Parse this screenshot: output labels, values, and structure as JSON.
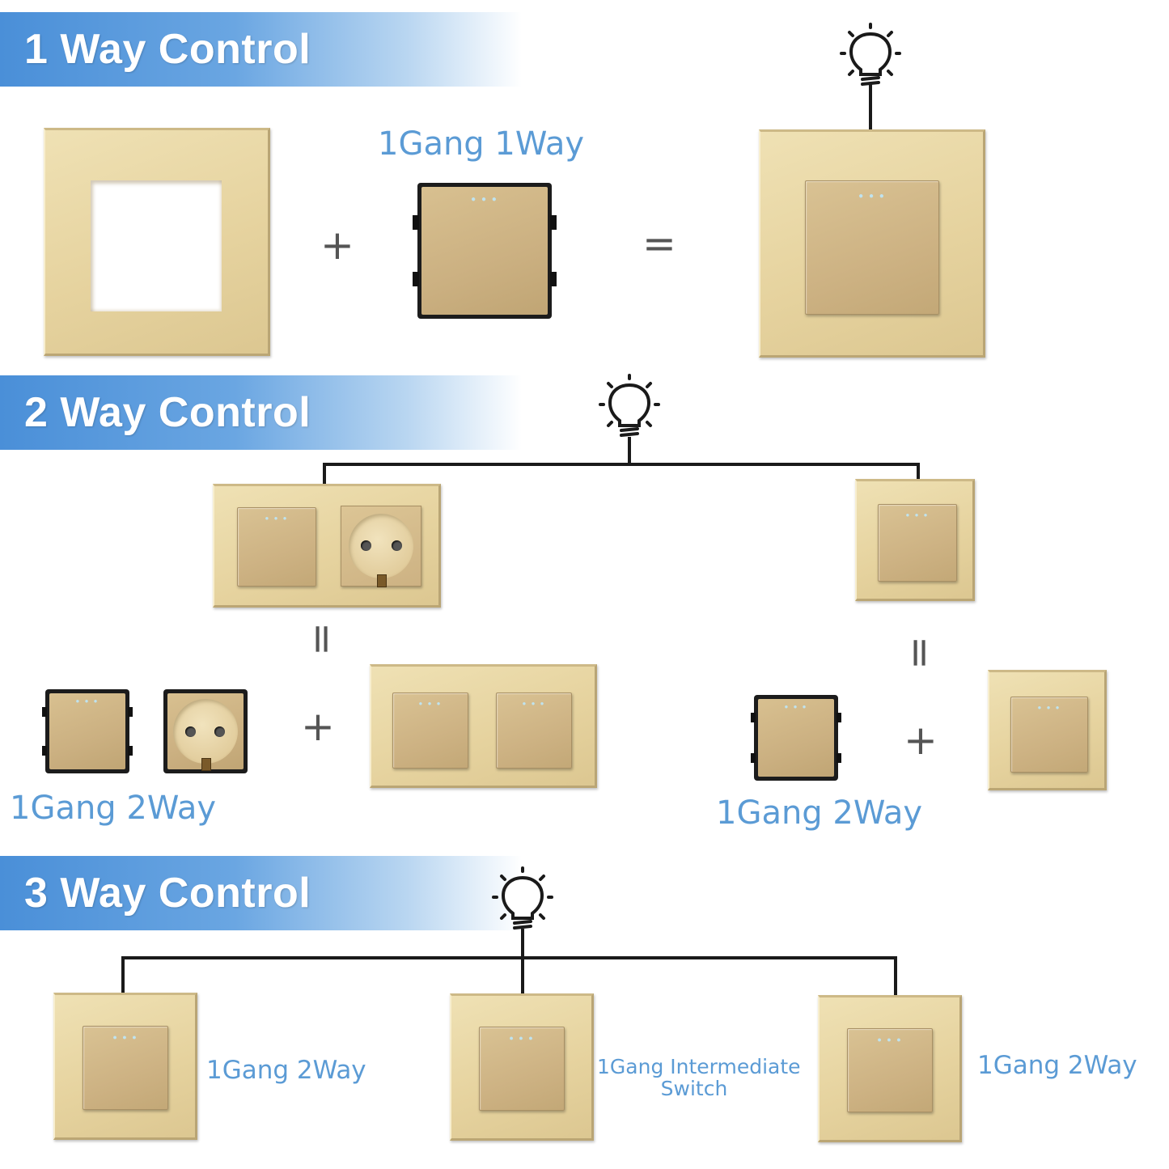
{
  "sections": {
    "one_way": {
      "title": "1 Way Control"
    },
    "two_way": {
      "title": "2 Way Control"
    },
    "three_way": {
      "title": "3 Way Control"
    }
  },
  "labels": {
    "gang_1way": "1Gang 1Way",
    "gang_2way_left": "1Gang 2Way",
    "gang_2way_right": "1Gang 2Way",
    "gang_2way_3a": "1Gang 2Way",
    "intermediate_line1": "1Gang Intermediate",
    "intermediate_line2": "Switch",
    "gang_2way_3c": "1Gang 2Way"
  },
  "symbols": {
    "plus": "+",
    "equals": "=",
    "equals_rotated": "="
  },
  "colors": {
    "banner_blue": "#4a8fd8",
    "label_blue": "#5b9bd5",
    "gold_frame": "#e6d39f",
    "gold_button": "#cdb283",
    "wire": "#1a1a1a"
  },
  "icons": [
    "light-bulb-icon"
  ]
}
